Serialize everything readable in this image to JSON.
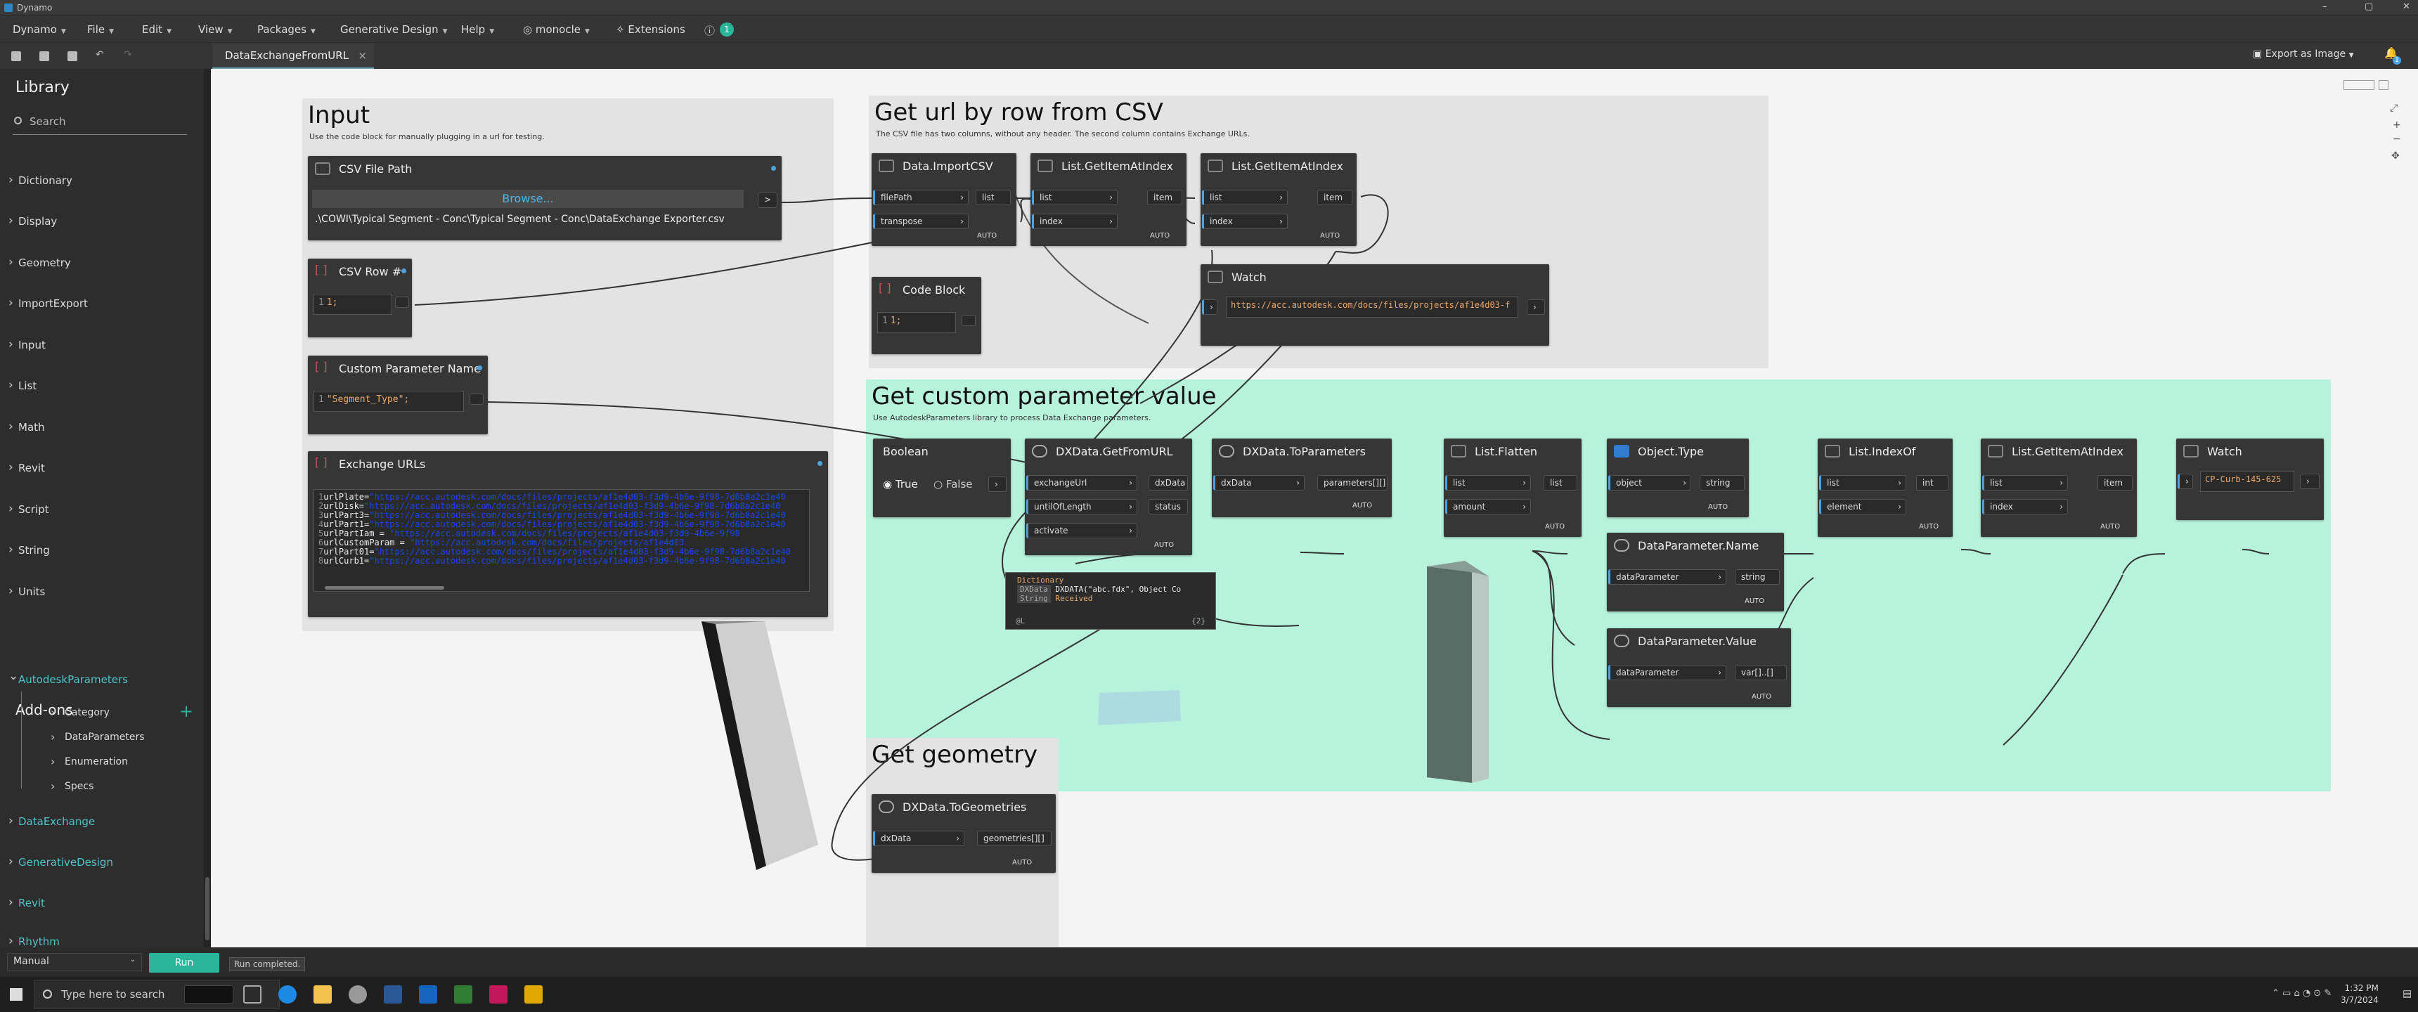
{
  "window": {
    "title": "Dynamo",
    "controls": [
      "–",
      "▢",
      "✕"
    ]
  },
  "menu": {
    "items": [
      "Dynamo",
      "File",
      "Edit",
      "View",
      "Packages",
      "Generative Design",
      "Help",
      "monocle",
      "Extensions"
    ],
    "notification_count": "1"
  },
  "tab": {
    "title": "DataExchangeFromURL",
    "close": "×"
  },
  "export_label": "Export as Image",
  "notify_count": "1",
  "library": {
    "title": "Library",
    "search_placeholder": "Search",
    "categories": [
      "Dictionary",
      "Display",
      "Geometry",
      "ImportExport",
      "Input",
      "List",
      "Math",
      "Revit",
      "Script",
      "String",
      "Units"
    ],
    "addons_title": "Add-ons",
    "addons": [
      "AutodeskParameters",
      "DataExchange",
      "GenerativeDesign",
      "Revit",
      "Rhythm"
    ],
    "autodesk_sub": [
      "Category",
      "DataParameters",
      "Enumeration",
      "Specs"
    ]
  },
  "run": {
    "mode": "Manual",
    "button": "Run",
    "status": "Run completed."
  },
  "taskbar": {
    "search": "Type here to search",
    "time": "1:32 PM",
    "date": "3/7/2024"
  },
  "groups": {
    "input": {
      "title": "Input",
      "desc": "Use the code block for manually plugging in a url for testing."
    },
    "csv": {
      "title": "Get url by row from CSV",
      "desc": "The CSV file has two columns, without any header. The second column contains Exchange URLs."
    },
    "custom": {
      "title": "Get custom parameter value",
      "desc": "Use AutodeskParameters library to process Data Exchange parameters."
    },
    "geometry": {
      "title": "Get geometry"
    }
  },
  "nodes": {
    "csv_file_path": {
      "title": "CSV File Path",
      "browse": "Browse...",
      "path": ".\\COWI\\Typical Segment - Conc\\Typical Segment - Conc\\DataExchange Exporter.csv",
      "out": ">"
    },
    "csv_row": {
      "title": "CSV Row #",
      "code": "1;",
      "ln": "1"
    },
    "custom_param": {
      "title": "Custom Parameter Name",
      "code": "\"Segment_Type\";",
      "ln": "1"
    },
    "exchange_urls": {
      "title": "Exchange URLs",
      "lines": [
        {
          "n": "1",
          "var": "urlPlate=",
          "url": "\"https://acc.autodesk.com/docs/files/projects/af1e4d03-f3d9-4b6e-9f98-7d6b8a2c1e40"
        },
        {
          "n": "2",
          "var": "urlDisk=",
          "url": "\"https://acc.autodesk.com/docs/files/projects/af1e4d03-f3d9-4b6e-9f98-7d6b8a2c1e40"
        },
        {
          "n": "3",
          "var": "urlPart3=",
          "url": "\"https://acc.autodesk.com/docs/files/projects/af1e4d03-f3d9-4b6e-9f98-7d6b8a2c1e40"
        },
        {
          "n": "4",
          "var": "urlPart1=",
          "url": "\"https://acc.autodesk.com/docs/files/projects/af1e4d03-f3d9-4b6e-9f98-7d6b8a2c1e40"
        },
        {
          "n": "5",
          "var": "urlPartIam = ",
          "url": "\"https://acc.autodesk.com/docs/files/projects/af1e4d03-f3d9-4b6e-9f98"
        },
        {
          "n": "6",
          "var": "urlCustomParam = ",
          "url": "\"https://acc.autodesk.com/docs/files/projects/af1e4d03"
        },
        {
          "n": "7",
          "var": "urlPart01=",
          "url": "\"https://acc.autodesk.com/docs/files/projects/af1e4d03-f3d9-4b6e-9f98-7d6b8a2c1e40"
        },
        {
          "n": "8",
          "var": "urlCurb1=",
          "url": "\"https://acc.autodesk.com/docs/files/projects/af1e4d03-f3d9-4b6e-9f98-7d6b8a2c1e40"
        }
      ]
    },
    "import_csv": {
      "title": "Data.ImportCSV",
      "in1": "filePath",
      "in2": "transpose",
      "out": "list",
      "lacing": "AUTO"
    },
    "getitem1": {
      "title": "List.GetItemAtIndex",
      "in1": "list",
      "in2": "index",
      "out": "item",
      "lacing": "AUTO"
    },
    "getitem2": {
      "title": "List.GetItemAtIndex",
      "in1": "list",
      "in2": "index",
      "out": "item",
      "lacing": "AUTO"
    },
    "code_block": {
      "title": "Code Block",
      "code": "1;",
      "ln": "1"
    },
    "watch1": {
      "title": "Watch",
      "value": "https://acc.autodesk.com/docs/files/projects/af1e4d03-f"
    },
    "boolean": {
      "title": "Boolean",
      "true": "True",
      "false": "False"
    },
    "get_from_url": {
      "title": "DXData.GetFromURL",
      "in1": "exchangeUrl",
      "in2": "untilOfLength",
      "in3": "activate",
      "out1": "dxData",
      "out2": "status",
      "lacing": "AUTO"
    },
    "to_params": {
      "title": "DXData.ToParameters",
      "in1": "dxData",
      "out": "parameters[][]",
      "lacing": "AUTO"
    },
    "flatten": {
      "title": "List.Flatten",
      "in1": "list",
      "in2": "amount",
      "out": "list",
      "lacing": "AUTO"
    },
    "object_type": {
      "title": "Object.Type",
      "in1": "object",
      "out": "string",
      "lacing": "AUTO"
    },
    "param_name": {
      "title": "DataParameter.Name",
      "in1": "dataParameter",
      "out": "string",
      "lacing": "AUTO"
    },
    "param_value": {
      "title": "DataParameter.Value",
      "in1": "dataParameter",
      "out": "var[]..[]",
      "lacing": "AUTO"
    },
    "index_of": {
      "title": "List.IndexOf",
      "in1": "list",
      "in2": "element",
      "out": "int",
      "lacing": "AUTO"
    },
    "getitem3": {
      "title": "List.GetItemAtIndex",
      "in1": "list",
      "in2": "index",
      "out": "item",
      "lacing": "AUTO"
    },
    "watch2": {
      "title": "Watch",
      "value": "CP-Curb-145-625"
    },
    "to_geoms": {
      "title": "DXData.ToGeometries",
      "in1": "dxData",
      "out": "geometries[][]",
      "lacing": "AUTO"
    }
  },
  "preview": {
    "title": "Dictionary",
    "k1": "DXData",
    "v1": "DXDATA(\"abc.fdx\", Object Co",
    "k2": "String",
    "v2": "Received",
    "footer_l": "@L",
    "footer_r": "{2}"
  },
  "colors": {
    "accent": "#2bb59a",
    "port_blue": "#4aa3df",
    "custom_group": "#b7f3dc",
    "input_group": "#e3e3e3"
  }
}
